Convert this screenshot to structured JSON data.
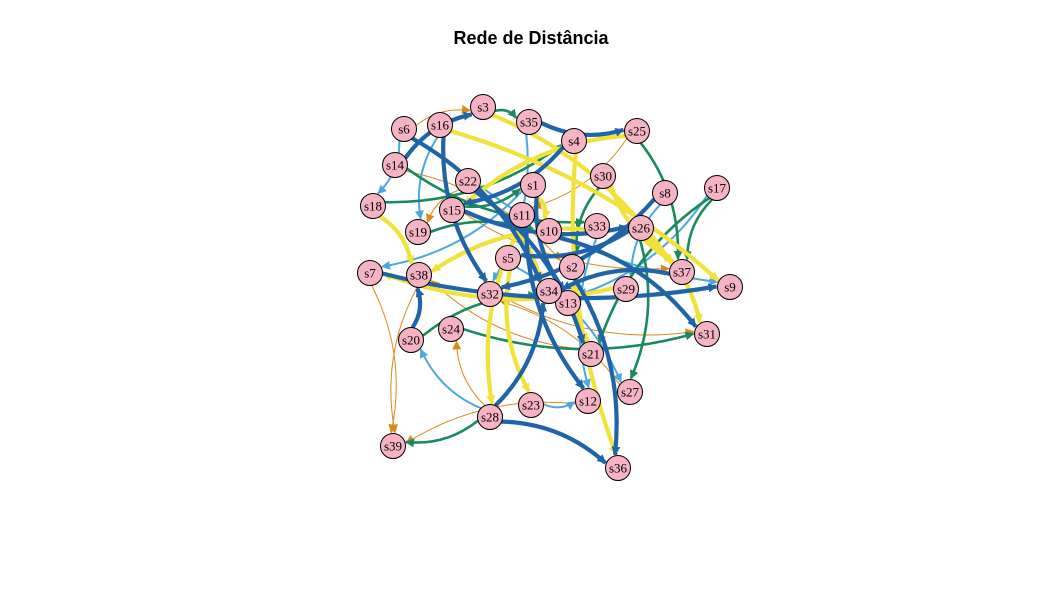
{
  "title": "Rede de Distância",
  "edge_colors": {
    "blue_dark": "#1f64a8",
    "blue_light": "#4da6e0",
    "green": "#1a8a5a",
    "yellow": "#f1e23a",
    "orange": "#d98a1a"
  },
  "node_fill": "#f6b3c3",
  "nodes": [
    {
      "id": "s1",
      "label": "s1"
    },
    {
      "id": "s2",
      "label": "s2"
    },
    {
      "id": "s3",
      "label": "s3"
    },
    {
      "id": "s4",
      "label": "s4"
    },
    {
      "id": "s5",
      "label": "s5"
    },
    {
      "id": "s6",
      "label": "s6"
    },
    {
      "id": "s7",
      "label": "s7"
    },
    {
      "id": "s8",
      "label": "s8"
    },
    {
      "id": "s9",
      "label": "s9"
    },
    {
      "id": "s10",
      "label": "s10"
    },
    {
      "id": "s11",
      "label": "s11"
    },
    {
      "id": "s12",
      "label": "s12"
    },
    {
      "id": "s13",
      "label": "s13"
    },
    {
      "id": "s14",
      "label": "s14"
    },
    {
      "id": "s15",
      "label": "s15"
    },
    {
      "id": "s16",
      "label": "s16"
    },
    {
      "id": "s17",
      "label": "s17"
    },
    {
      "id": "s18",
      "label": "s18"
    },
    {
      "id": "s19",
      "label": "s19"
    },
    {
      "id": "s20",
      "label": "s20"
    },
    {
      "id": "s21",
      "label": "s21"
    },
    {
      "id": "s22",
      "label": "s22"
    },
    {
      "id": "s23",
      "label": "s23"
    },
    {
      "id": "s24",
      "label": "s24"
    },
    {
      "id": "s25",
      "label": "s25"
    },
    {
      "id": "s26",
      "label": "s26"
    },
    {
      "id": "s27",
      "label": "s27"
    },
    {
      "id": "s28",
      "label": "s28"
    },
    {
      "id": "s29",
      "label": "s29"
    },
    {
      "id": "s30",
      "label": "s30"
    },
    {
      "id": "s31",
      "label": "s31"
    },
    {
      "id": "s32",
      "label": "s32"
    },
    {
      "id": "s33",
      "label": "s33"
    },
    {
      "id": "s34",
      "label": "s34"
    },
    {
      "id": "s35",
      "label": "s35"
    },
    {
      "id": "s36",
      "label": "s36"
    },
    {
      "id": "s37",
      "label": "s37"
    },
    {
      "id": "s38",
      "label": "s38"
    },
    {
      "id": "s39",
      "label": "s39"
    }
  ],
  "edges": [
    {
      "from": "s6",
      "to": "s34",
      "color": "blue_dark"
    },
    {
      "from": "s35",
      "to": "s25",
      "color": "blue_dark"
    },
    {
      "from": "s2",
      "to": "s36",
      "color": "blue_dark"
    },
    {
      "from": "s7",
      "to": "s9",
      "color": "blue_dark"
    },
    {
      "from": "s28",
      "to": "s36",
      "color": "blue_dark"
    },
    {
      "from": "s15",
      "to": "s26",
      "color": "blue_dark"
    },
    {
      "from": "s22",
      "to": "s21",
      "color": "blue_dark"
    },
    {
      "from": "s16",
      "to": "s32",
      "color": "blue_dark"
    },
    {
      "from": "s4",
      "to": "s15",
      "color": "blue_dark"
    },
    {
      "from": "s1",
      "to": "s13",
      "color": "blue_dark"
    },
    {
      "from": "s10",
      "to": "s31",
      "color": "blue_dark"
    },
    {
      "from": "s20",
      "to": "s38",
      "color": "blue_dark"
    },
    {
      "from": "s26",
      "to": "s5",
      "color": "blue_dark"
    },
    {
      "from": "s11",
      "to": "s12",
      "color": "blue_dark"
    },
    {
      "from": "s14",
      "to": "s3",
      "color": "blue_dark"
    },
    {
      "from": "s28",
      "to": "s34",
      "color": "blue_dark"
    },
    {
      "from": "s8",
      "to": "s32",
      "color": "blue_dark"
    },
    {
      "from": "s37",
      "to": "s34",
      "color": "blue_dark"
    },
    {
      "from": "s3",
      "to": "s37",
      "color": "yellow"
    },
    {
      "from": "s25",
      "to": "s15",
      "color": "yellow"
    },
    {
      "from": "s18",
      "to": "s38",
      "color": "yellow"
    },
    {
      "from": "s4",
      "to": "s36",
      "color": "yellow"
    },
    {
      "from": "s16",
      "to": "s9",
      "color": "yellow"
    },
    {
      "from": "s5",
      "to": "s23",
      "color": "yellow"
    },
    {
      "from": "s22",
      "to": "s34",
      "color": "yellow"
    },
    {
      "from": "s30",
      "to": "s37",
      "color": "yellow"
    },
    {
      "from": "s1",
      "to": "s10",
      "color": "yellow"
    },
    {
      "from": "s33",
      "to": "s38",
      "color": "yellow"
    },
    {
      "from": "s26",
      "to": "s31",
      "color": "yellow"
    },
    {
      "from": "s2",
      "to": "s21",
      "color": "yellow"
    },
    {
      "from": "s29",
      "to": "s7",
      "color": "yellow"
    },
    {
      "from": "s11",
      "to": "s28",
      "color": "yellow"
    },
    {
      "from": "s18",
      "to": "s4",
      "color": "green"
    },
    {
      "from": "s25",
      "to": "s37",
      "color": "green"
    },
    {
      "from": "s17",
      "to": "s21",
      "color": "green"
    },
    {
      "from": "s28",
      "to": "s39",
      "color": "green"
    },
    {
      "from": "s24",
      "to": "s31",
      "color": "green"
    },
    {
      "from": "s20",
      "to": "s34",
      "color": "green"
    },
    {
      "from": "s15",
      "to": "s1",
      "color": "green"
    },
    {
      "from": "s3",
      "to": "s35",
      "color": "green"
    },
    {
      "from": "s14",
      "to": "s33",
      "color": "green"
    },
    {
      "from": "s26",
      "to": "s27",
      "color": "green"
    },
    {
      "from": "s30",
      "to": "s2",
      "color": "green"
    },
    {
      "from": "s19",
      "to": "s10",
      "color": "green"
    },
    {
      "from": "s17",
      "to": "s37",
      "color": "green"
    },
    {
      "from": "s6",
      "to": "s18",
      "color": "blue_light"
    },
    {
      "from": "s16",
      "to": "s19",
      "color": "blue_light"
    },
    {
      "from": "s28",
      "to": "s20",
      "color": "blue_light"
    },
    {
      "from": "s23",
      "to": "s12",
      "color": "blue_light"
    },
    {
      "from": "s17",
      "to": "s13",
      "color": "blue_light"
    },
    {
      "from": "s8",
      "to": "s29",
      "color": "blue_light"
    },
    {
      "from": "s1",
      "to": "s7",
      "color": "blue_light"
    },
    {
      "from": "s22",
      "to": "s9",
      "color": "blue_light"
    },
    {
      "from": "s35",
      "to": "s32",
      "color": "blue_light"
    },
    {
      "from": "s33",
      "to": "s12",
      "color": "blue_light"
    },
    {
      "from": "s5",
      "to": "s27",
      "color": "blue_light"
    },
    {
      "from": "s7",
      "to": "s39",
      "color": "orange"
    },
    {
      "from": "s38",
      "to": "s39",
      "color": "orange"
    },
    {
      "from": "s28",
      "to": "s24",
      "color": "orange"
    },
    {
      "from": "s12",
      "to": "s39",
      "color": "orange"
    },
    {
      "from": "s6",
      "to": "s3",
      "color": "orange"
    },
    {
      "from": "s15",
      "to": "s37",
      "color": "orange"
    },
    {
      "from": "s21",
      "to": "s38",
      "color": "orange"
    },
    {
      "from": "s32",
      "to": "s31",
      "color": "orange"
    },
    {
      "from": "s25",
      "to": "s11",
      "color": "orange"
    },
    {
      "from": "s27",
      "to": "s32",
      "color": "orange"
    },
    {
      "from": "s14",
      "to": "s2",
      "color": "orange"
    },
    {
      "from": "s22",
      "to": "s19",
      "color": "orange"
    }
  ]
}
